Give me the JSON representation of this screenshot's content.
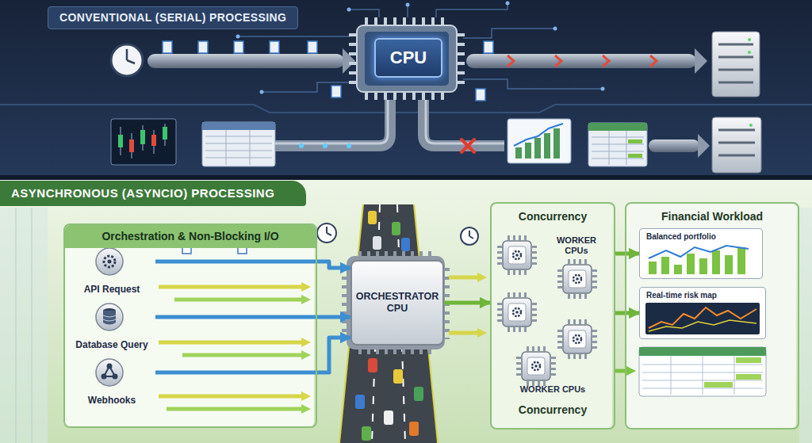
{
  "diagram": {
    "nodes": [
      {
        "text": [
          "CONVENTIONAL (SERIAL) PROCESSING"
        ]
      },
      {
        "text": [
          "CPU"
        ],
        "in": 0
      },
      {
        "text": [
          "ASYNCHRONOUS (ASYNCIO) PROCESSING"
        ]
      },
      {
        "text": [
          "Orchestration & Non-Blocking I/O"
        ],
        "in": 2
      },
      {
        "text": [
          "API Request"
        ],
        "in": 3
      },
      {
        "text": [
          "Database Query"
        ],
        "in": 3
      },
      {
        "text": [
          "Webhooks"
        ],
        "in": 3
      },
      {
        "text": [
          "ORCHESTRATOR CPU"
        ],
        "in": 2
      },
      {
        "text": [
          "Concurrency",
          "WORKER CPUs",
          "WORKER CPUs",
          "Concurrency"
        ],
        "in": 2
      },
      {
        "text": [
          "Financial Workload"
        ],
        "in": 2
      },
      {
        "text": [
          "Balanced portfolio"
        ],
        "in": 9
      },
      {
        "text": [
          "Real-time risk map"
        ],
        "in": 9
      }
    ],
    "edges": [
      {
        "from": 4,
        "to": 7,
        "arrow": "to"
      },
      {
        "from": 5,
        "to": 7,
        "arrow": "to"
      },
      {
        "from": 6,
        "to": 7,
        "arrow": "to"
      },
      {
        "from": 7,
        "to": 8,
        "arrow": "to"
      },
      {
        "from": 8,
        "to": 10,
        "arrow": "to"
      },
      {
        "from": 8,
        "to": 11,
        "arrow": "to"
      }
    ]
  }
}
